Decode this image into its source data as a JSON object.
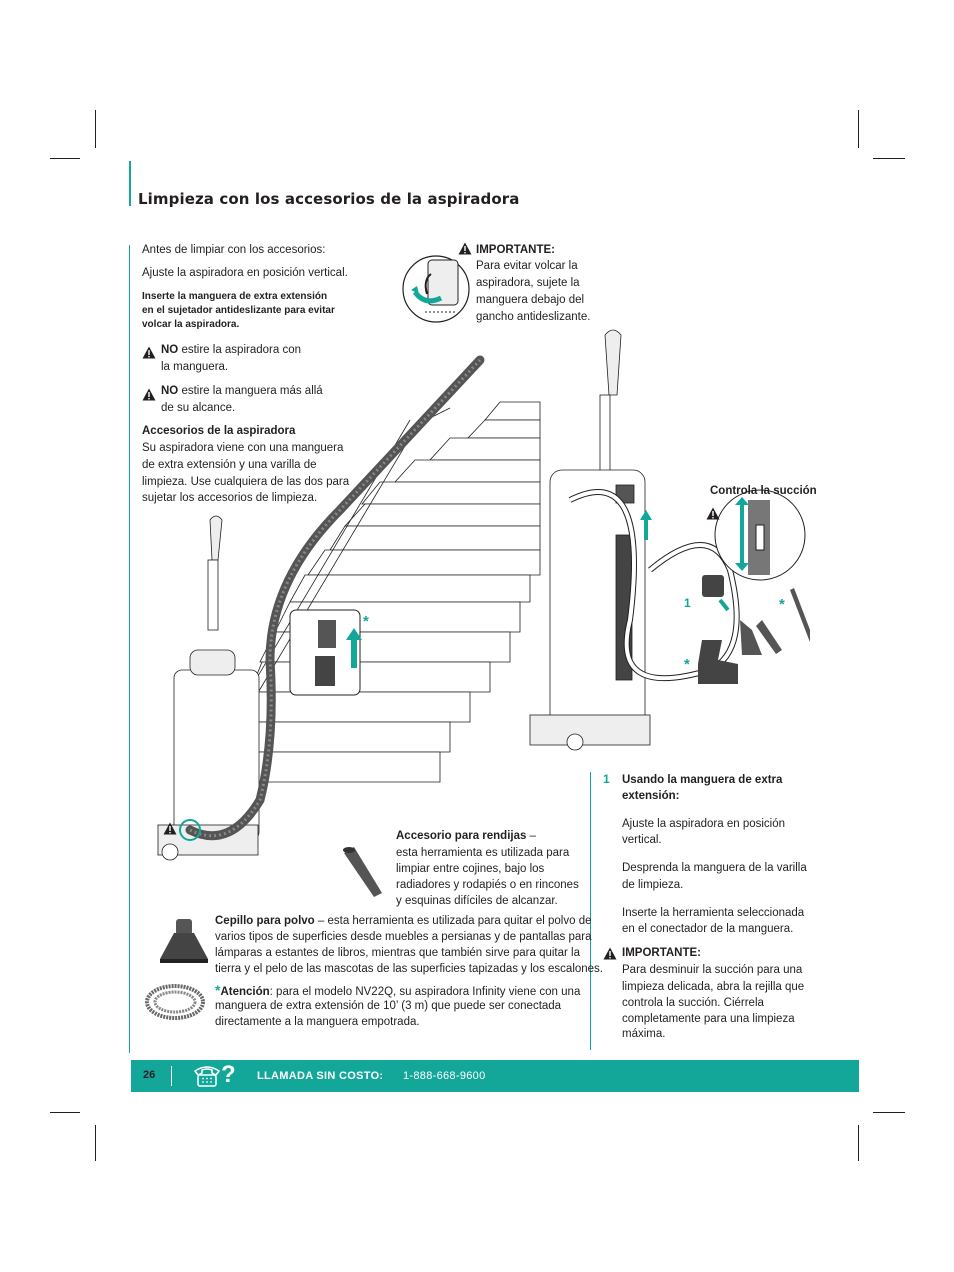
{
  "title": "Limpieza con los accesorios de la aspiradora",
  "intro": {
    "line1": "Antes de limpiar con los accesorios:",
    "line2": "Ajuste la aspiradora en posición vertical.",
    "bold_note": [
      "Inserte la manguera de extra extensión",
      "en el sujetador antideslizante para evitar",
      "volcar la aspiradora."
    ],
    "warn1": {
      "bold": "NO",
      "text1": " estire la aspiradora con",
      "text2": "la manguera."
    },
    "warn2": {
      "bold": "NO",
      "text1": " estire la manguera más allá",
      "text2": "de su alcance."
    },
    "accessories_title": "Accesorios de la aspiradora",
    "accessories_text": [
      "Su aspiradora viene con una manguera",
      "de extra extensión y una varilla de",
      "limpieza. Use cualquiera de las dos para",
      "sujetar los accesorios de limpieza."
    ]
  },
  "important_top": {
    "heading": "IMPORTANTE:",
    "lines": [
      "Para evitar volcar la",
      "aspiradora, sujete la",
      "manguera debajo del",
      "gancho antideslizante."
    ]
  },
  "suction_label": "Controla la succión",
  "callout_nums": {
    "one": "1",
    "star": "*"
  },
  "crevice": {
    "bold": "Accesorio para rendijas",
    "dash": " –",
    "lines": [
      "esta herramienta es utilizada para",
      "limpiar entre cojines, bajo los",
      "radiadores y rodapiés o en rincones",
      "y esquinas difíciles de alcanzar."
    ]
  },
  "dust_brush": {
    "bold": "Cepillo para polvo",
    "lines": [
      " – esta herramienta es utilizada para quitar el polvo de",
      "varios tipos de superficies desde muebles a persianas y de pantallas para",
      "lámparas a estantes de libros, mientras que también sirve para quitar la",
      "tierra y el pelo de las mascotas de las superficies tapizadas y los escalones."
    ]
  },
  "attention": {
    "star": "*",
    "bold": "Atención",
    "lines": [
      ": para el modelo NV22Q, su aspiradora Infinity viene con una",
      "manguera de extra extensión de 10’ (3 m) que puede ser conectada",
      "directamente a la manguera empotrada."
    ]
  },
  "step1": {
    "number": "1",
    "heading": [
      "Usando la manguera de extra",
      "extensión:"
    ],
    "p1": [
      "Ajuste la aspiradora en posición",
      "vertical."
    ],
    "p2": [
      "Desprenda la manguera de la varilla",
      "de limpieza."
    ],
    "p3": [
      "Inserte la herramienta seleccionada",
      "en el conectador de la manguera."
    ],
    "important_heading": "IMPORTANTE:",
    "important_lines": [
      "Para desminuir la succión para una",
      "limpieza delicada, abra la rejilla que",
      "controla la succión. Ciérrela",
      "completamente para una limpieza",
      "máxima."
    ]
  },
  "footer": {
    "page": "26",
    "icon_question": "?",
    "call_label": "LLAMADA SIN COSTO:",
    "phone": "1-888-668-9600"
  },
  "colors": {
    "accent": "#13a79a",
    "warning": "#231f20",
    "text": "#231f20"
  }
}
